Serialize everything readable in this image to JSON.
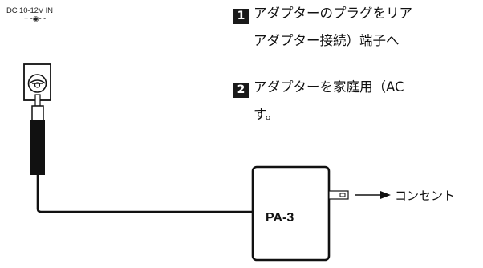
{
  "jack": {
    "label": "DC 10-12V IN",
    "polarity": "+ -◉- -"
  },
  "adapter": {
    "model": "PA-3"
  },
  "outlet": {
    "label": "コンセント"
  },
  "steps": [
    {
      "number": "1",
      "lines": [
        "アダプターのプラグをリア",
        "アダプター接続）端子へ"
      ]
    },
    {
      "number": "2",
      "lines": [
        "アダプターを家庭用（AC",
        "す。"
      ]
    }
  ],
  "colors": {
    "line": "#111111",
    "badge": "#1a1a1a"
  }
}
